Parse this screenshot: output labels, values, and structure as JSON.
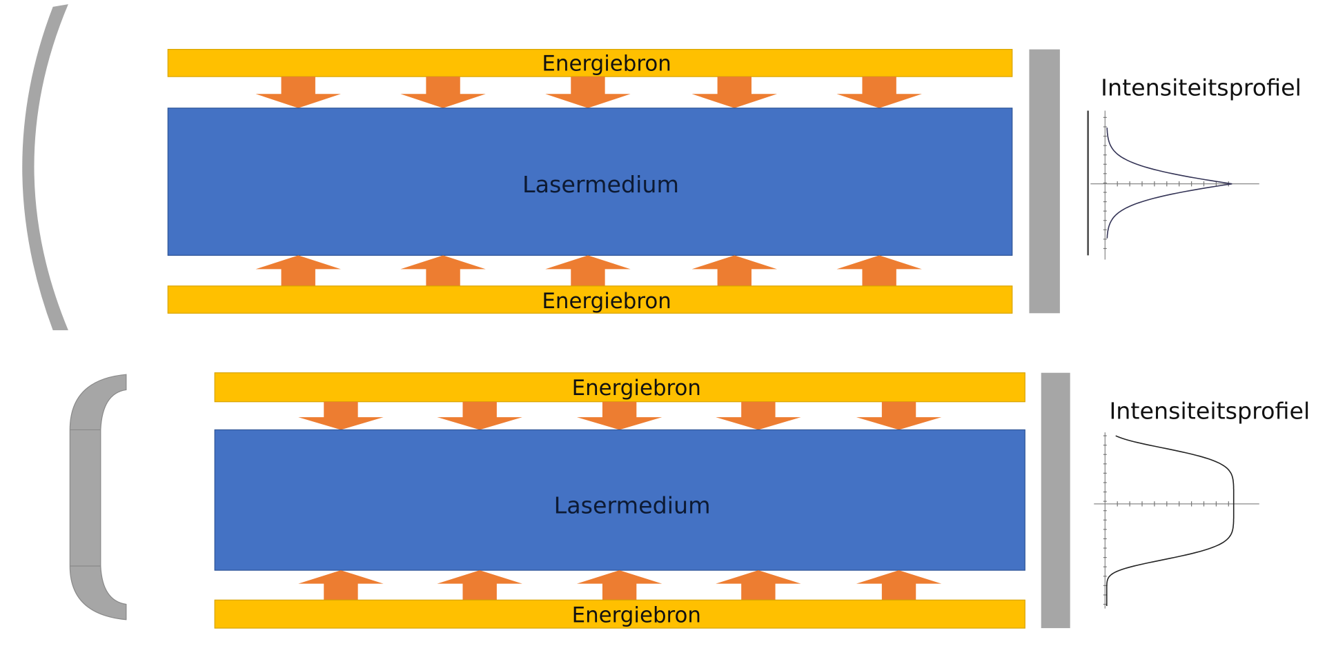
{
  "colors": {
    "energy_source": "#FFC000",
    "laser_medium": "#4472C4",
    "arrow": "#ED7D31",
    "mirror": "#A6A6A6"
  },
  "diagrams": [
    {
      "mirror_type": "curved",
      "top_source_label": "Energiebron",
      "medium_label": "Lasermedium",
      "bottom_source_label": "Energiebron",
      "profile_title": "Intensiteitsprofiel",
      "profile_shape": "gaussian"
    },
    {
      "mirror_type": "bracket",
      "top_source_label": "Energiebron",
      "medium_label": "Lasermedium",
      "bottom_source_label": "Energiebron",
      "profile_title": "Intensiteitsprofiel",
      "profile_shape": "flat-top"
    }
  ]
}
